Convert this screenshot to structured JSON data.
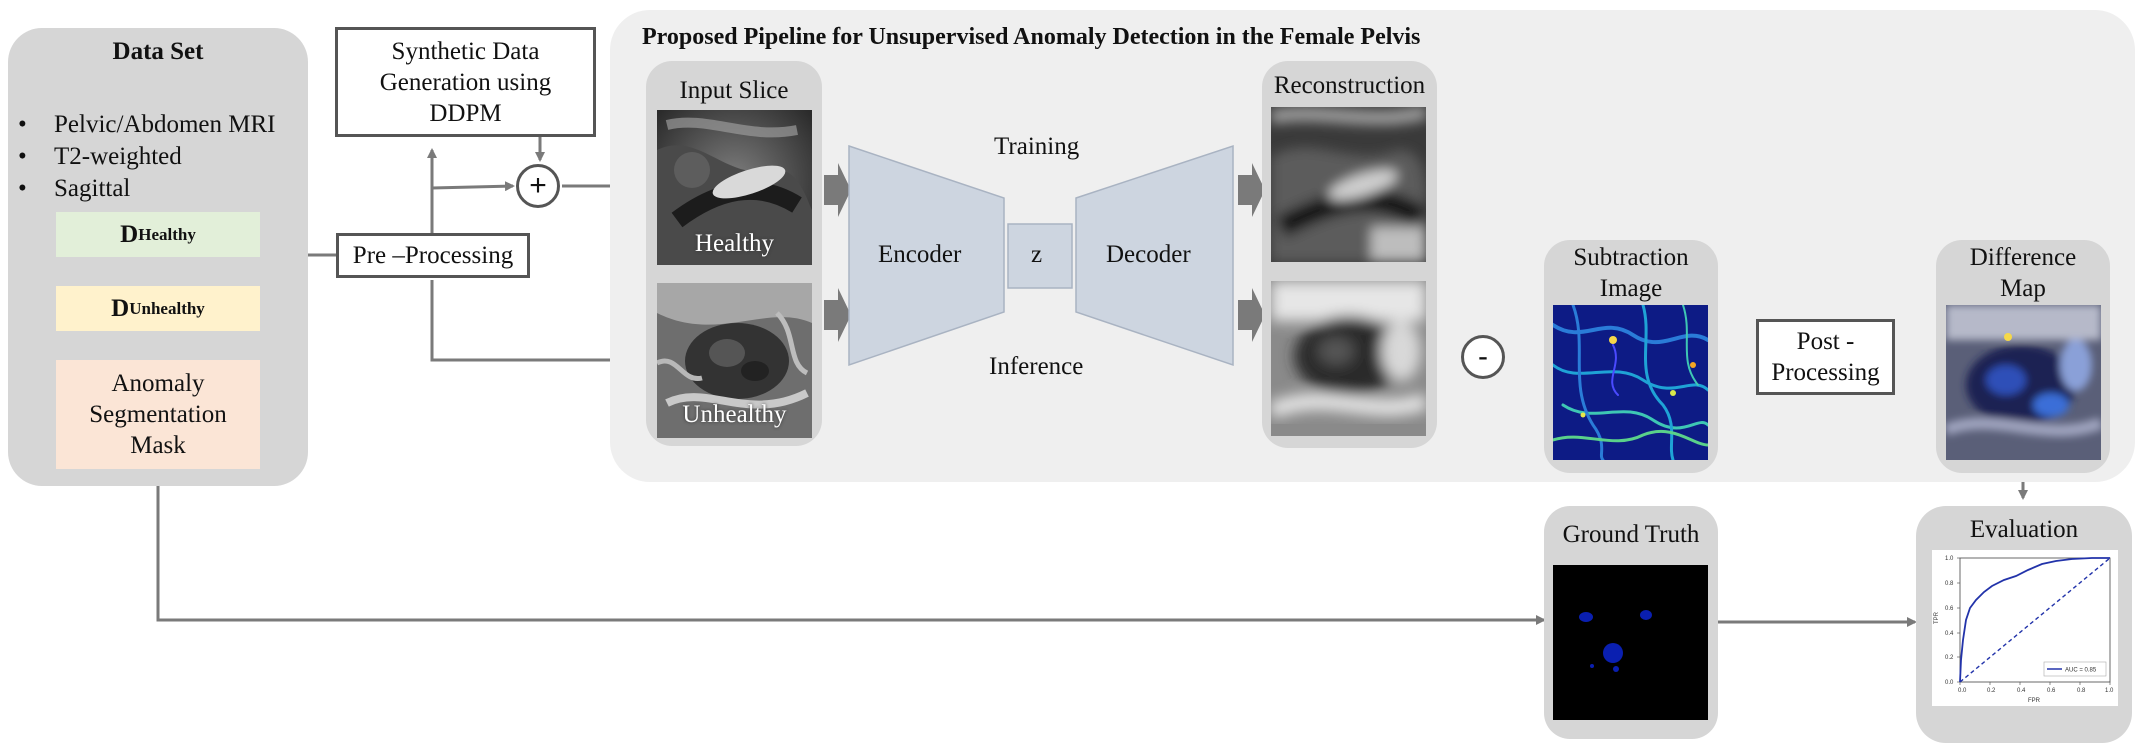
{
  "dataset": {
    "title": "Data Set",
    "bullets": [
      "Pelvic/Abdomen MRI",
      "T2-weighted",
      "Sagittal"
    ],
    "healthy_main": "D",
    "healthy_sub": "Healthy",
    "unhealthy_main": "D",
    "unhealthy_sub": "Unhealthy",
    "mask_lines": [
      "Anomaly",
      "Segmentation",
      "Mask"
    ],
    "colors": {
      "healthy": "#e2efd9",
      "unhealthy": "#fff2cc",
      "mask": "#fbe5d6"
    }
  },
  "synthetic": {
    "lines": [
      "Synthetic Data",
      "Generation using",
      "DDPM"
    ]
  },
  "preprocessing": {
    "label": "Pre –Processing"
  },
  "plus_symbol": "+",
  "minus_symbol": "-",
  "pipeline": {
    "title": "Proposed Pipeline for Unsupervised Anomaly Detection in the Female Pelvis",
    "input_slice": {
      "title": "Input Slice",
      "healthy": "Healthy",
      "unhealthy": "Unhealthy"
    },
    "encoder": "Encoder",
    "latent": "z",
    "decoder": "Decoder",
    "training": "Training",
    "inference": "Inference",
    "reconstruction": "Reconstruction"
  },
  "subtraction": {
    "lines": [
      "Subtraction",
      "Image"
    ]
  },
  "postprocessing": {
    "lines": [
      "Post -",
      "Processing"
    ]
  },
  "difference": {
    "lines": [
      "Difference",
      "Map"
    ]
  },
  "ground_truth": {
    "title": "Ground Truth"
  },
  "evaluation": {
    "title": "Evaluation",
    "roc": {
      "xlabel": "FPR",
      "ylabel": "TPR",
      "legend": "AUC = 0.85",
      "ticks": [
        "0.0",
        "0.2",
        "0.4",
        "0.6",
        "0.8",
        "1.0"
      ]
    }
  }
}
